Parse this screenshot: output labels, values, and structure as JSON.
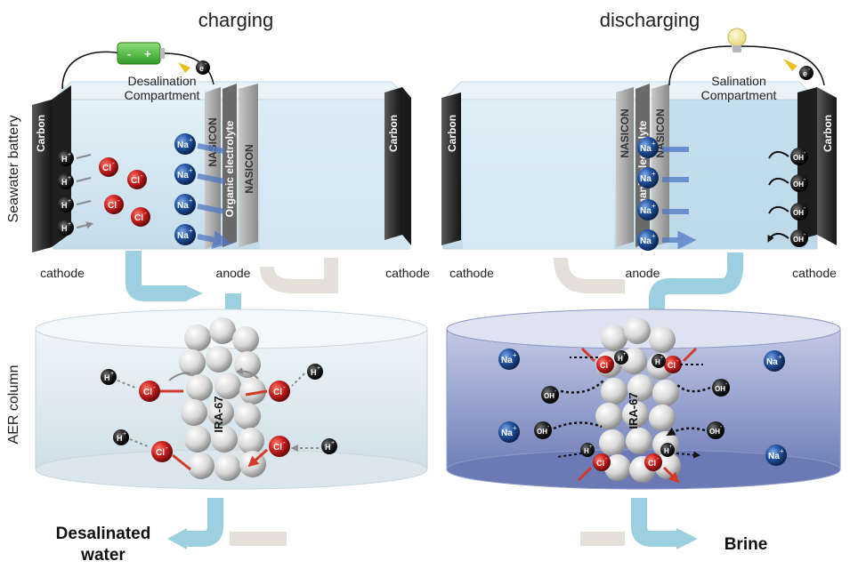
{
  "headers": {
    "left": "charging",
    "right": "discharging"
  },
  "side_labels": {
    "battery": "Seawater battery",
    "aer": "AER column"
  },
  "battery_left": {
    "compartment": [
      "Desalination",
      "Compartment"
    ],
    "carbon": "Carbon",
    "nasicon": "NASICON",
    "organic": "Organic electrolyte",
    "carbon_right": "Carbon",
    "cathode_left": "cathode",
    "anode": "anode",
    "cathode_right": "cathode"
  },
  "battery_right": {
    "compartment": [
      "Salination",
      "Compartment"
    ],
    "carbon_left": "Carbon",
    "nasicon_a": "NASICON",
    "nasicon_b": "NASICON",
    "organic": "Organic electrolyte",
    "carbon": "Carbon",
    "cathode_left": "cathode",
    "anode": "anode",
    "cathode_right": "cathode"
  },
  "ions": {
    "h": "H",
    "h_sup": "+",
    "cl": "Cl",
    "cl_sup": "-",
    "na": "Na",
    "na_sup": "+",
    "oh": "OH",
    "oh_sup": "-",
    "e": "e",
    "e_sup": "-"
  },
  "battery_symbols": {
    "minus": "-",
    "plus": "+"
  },
  "resin": {
    "left": "IRA-67",
    "right": "IRA-67"
  },
  "outputs": {
    "left": [
      "Desalinated",
      "water"
    ],
    "right": "Brine"
  },
  "colors": {
    "water": "#cfe6f3",
    "water_dark": "#7f8fc0",
    "pipe": "#9ccfe0",
    "pipe_grey": "#e4dfd8",
    "cl": "#c81e1e",
    "na": "#1f4f9c",
    "h": "#222222",
    "oh": "#111111",
    "carbon": "#3e3e3e",
    "nasicon": "#9a9a9a",
    "arrow_red": "#d23a2a",
    "arrow_blue": "#4f78c4"
  }
}
